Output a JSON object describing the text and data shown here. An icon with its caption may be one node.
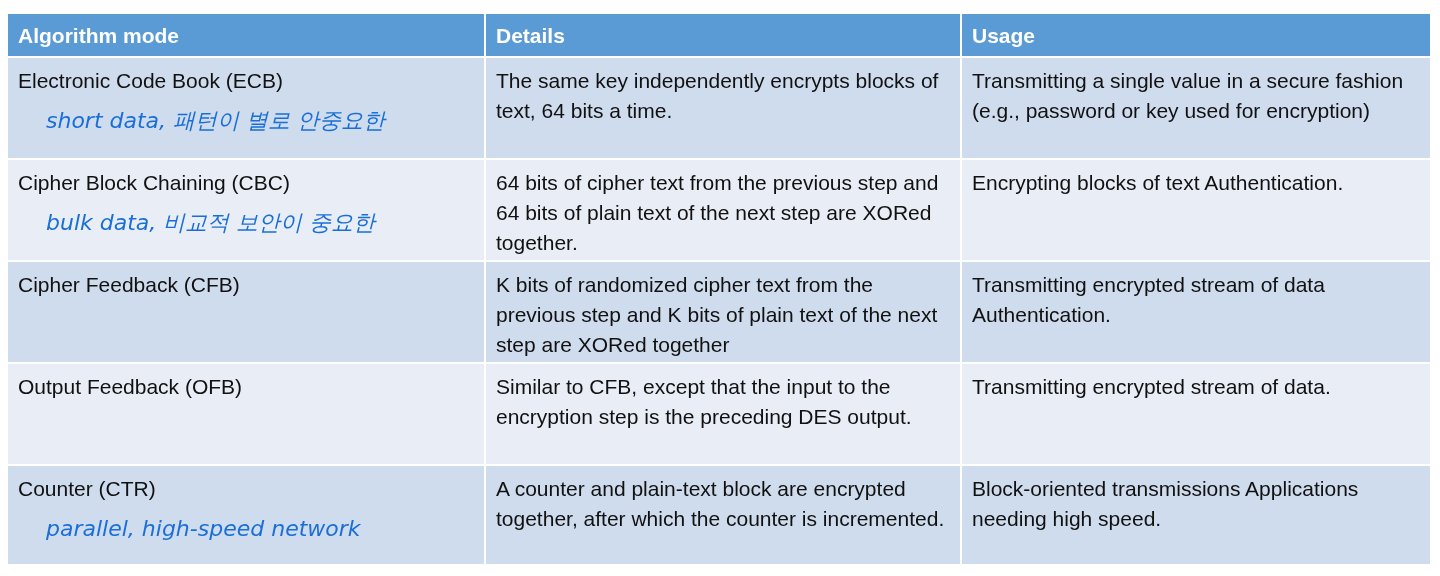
{
  "diagram": {
    "labels": [
      "Algorithm mode",
      "Details",
      "Usage",
      "Electronic Code Book (ECB)",
      "short data, 패턴이 별로 안중요한",
      "The same key independently encrypts blocks of text, 64 bits a time.",
      "Transmitting a single value in a secure fashion (e.g., password or key used for encryption)",
      "Cipher Block Chaining (CBC)",
      "bulk data, 비교적 보안이 중요한",
      "64 bits of cipher text from the previous step and 64 bits of plain text of the next step are XORed together.",
      "Encrypting blocks of text Authentication.",
      "Cipher Feedback (CFB)",
      "K bits of randomized cipher text from the previous step and K bits of plain text of the next step are XORed together",
      "Transmitting encrypted stream of data Authentication.",
      "Output Feedback (OFB)",
      "Similar to CFB, except that the input to the encryption step is the preceding DES output.",
      "Transmitting encrypted stream of data.",
      "Counter (CTR)",
      "parallel, high-speed network",
      "A counter and plain-text block are encrypted together, after which the counter is incremented.",
      "Block-oriented transmissions Applications needing high speed."
    ]
  }
}
